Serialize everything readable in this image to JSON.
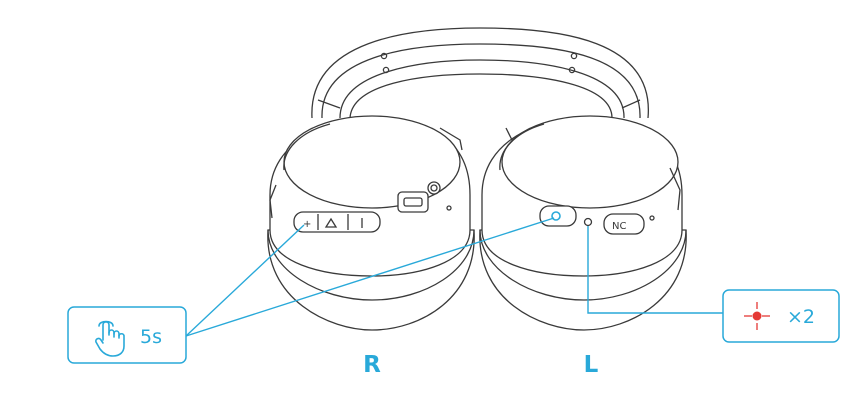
{
  "callouts": {
    "hold": {
      "icon": "touch-hand-icon",
      "text": "5s"
    },
    "blink": {
      "icon": "red-blink-led-icon",
      "text": "×2"
    }
  },
  "sides": {
    "right": "R",
    "left": "L"
  },
  "buttons": {
    "nc_label": "NC"
  },
  "colors": {
    "accent": "#29a9d9",
    "line": "#3a3a3a",
    "led_red": "#e53935",
    "callout_bg": "#ffffff"
  }
}
